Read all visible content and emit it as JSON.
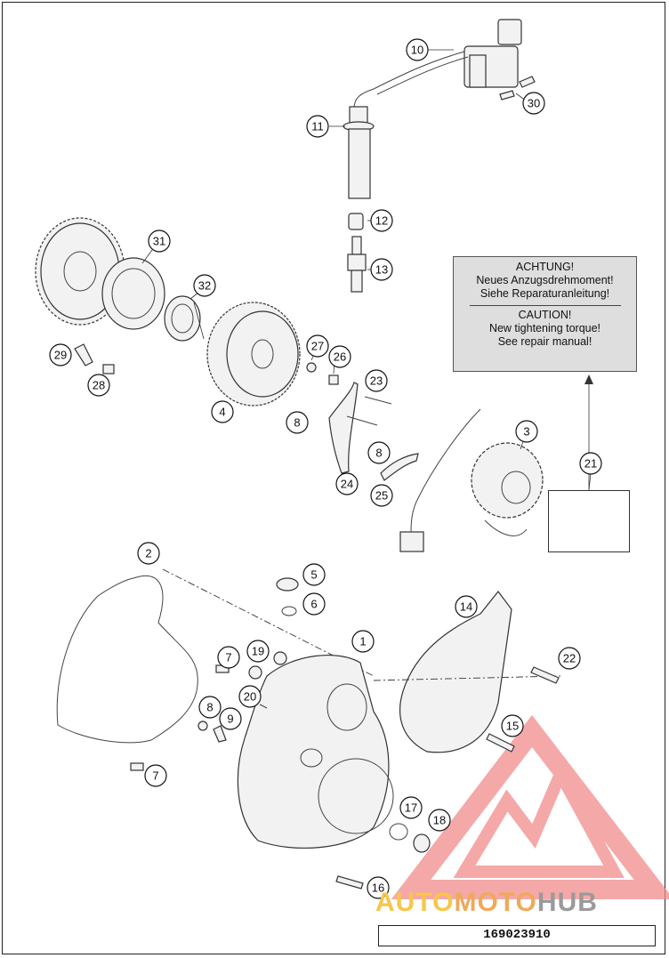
{
  "callouts": [
    "1",
    "2",
    "3",
    "4",
    "5",
    "6",
    "7",
    "7",
    "8",
    "8",
    "8",
    "9",
    "10",
    "11",
    "12",
    "13",
    "14",
    "15",
    "16",
    "17",
    "18",
    "19",
    "20",
    "21",
    "22",
    "23",
    "24",
    "25",
    "26",
    "27",
    "28",
    "29",
    "30",
    "31",
    "32"
  ],
  "notice": {
    "de_title": "ACHTUNG!",
    "de_line1": "Neues Anzugsdrehmoment!",
    "de_line2": "Siehe Reparaturanleitung!",
    "en_title": "CAUTION!",
    "en_line1": "New tightening torque!",
    "en_line2": "See repair manual!"
  },
  "watermark": {
    "part_a": "AUTO",
    "part_b": "MOTO",
    "part_c": "HUB",
    "colors": {
      "a": "#f7c64a",
      "b": "#f0a95a",
      "c": "#9a9a9a",
      "logo": "#f28b8b"
    }
  },
  "drawing_number": "169023910"
}
